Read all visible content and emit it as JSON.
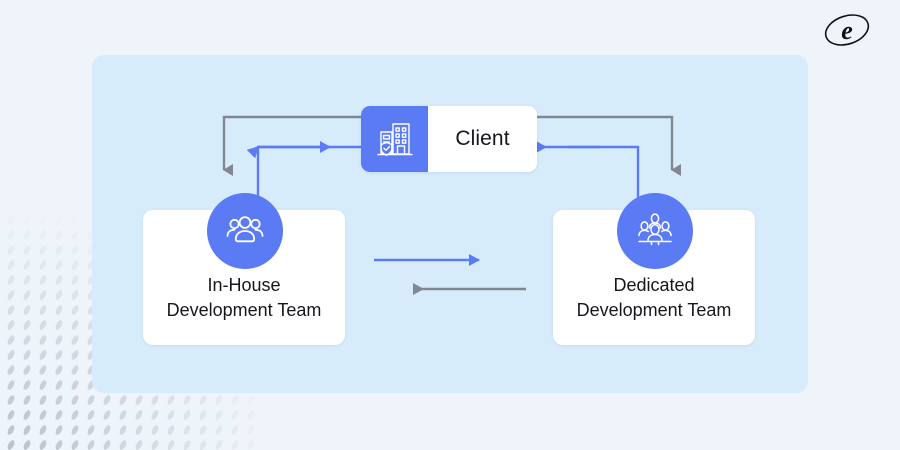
{
  "brand": {
    "logo_icon": "e-orbit-logo-icon"
  },
  "decor": {
    "halftone_icon": "halftone-dots-pattern-icon"
  },
  "diagram": {
    "client": {
      "label": "Client",
      "icon": "office-building-shield-icon"
    },
    "teams": [
      {
        "id": "in-house",
        "label": "In-House\nDevelopment Team",
        "icon": "group-of-people-icon"
      },
      {
        "id": "dedicated",
        "label": "Dedicated\nDevelopment Team",
        "icon": "dedicated-team-people-icon"
      }
    ],
    "connectors": [
      {
        "id": "client-to-in-house",
        "icon": "arrow-down-icon",
        "color": "#808791"
      },
      {
        "id": "in-house-to-client",
        "icon": "arrow-right-icon",
        "color": "#5b7bf5"
      },
      {
        "id": "client-to-dedicated",
        "icon": "arrow-down-icon",
        "color": "#808791"
      },
      {
        "id": "dedicated-to-client",
        "icon": "arrow-left-icon",
        "color": "#5b7bf5"
      },
      {
        "id": "in-house-to-dedicated",
        "icon": "arrow-right-icon",
        "color": "#5b7bf5"
      },
      {
        "id": "dedicated-to-in-house",
        "icon": "arrow-left-icon",
        "color": "#808791"
      }
    ]
  },
  "colors": {
    "page_background": "#eff4fb",
    "panel_background": "#d6ecfb",
    "accent_blue": "#5b7bf5",
    "line_gray": "#808791",
    "card_white": "#ffffff",
    "text_dark": "#15171c"
  }
}
